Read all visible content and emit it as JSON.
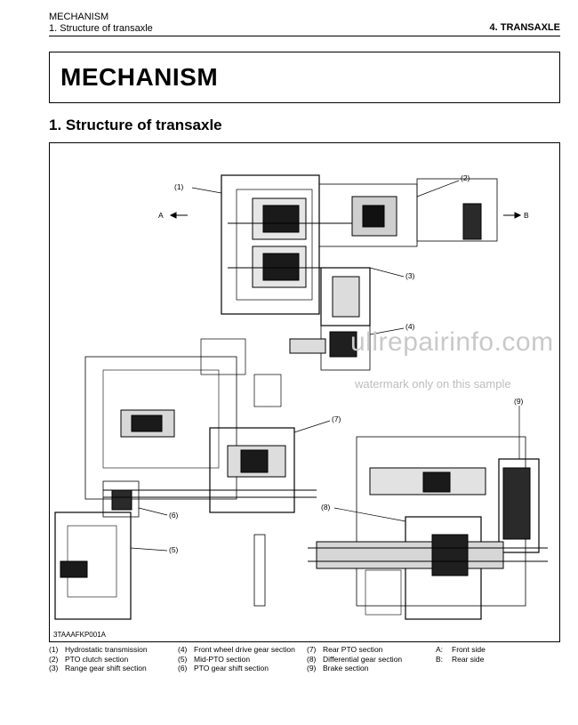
{
  "header": {
    "section": "MECHANISM",
    "subsection": "1. Structure of transaxle",
    "chapter": "4. TRANSAXLE"
  },
  "section_title": "MECHANISM",
  "subsection_title": "1. Structure of transaxle",
  "figure": {
    "figure_id": "3TAAAFKP001A",
    "arrow_a": "A",
    "arrow_b": "B",
    "callouts": [
      "(1)",
      "(2)",
      "(3)",
      "(4)",
      "(5)",
      "(6)",
      "(7)",
      "(8)",
      "(9)"
    ],
    "watermark_site": "ullrepairinfo.com",
    "watermark_note": "watermark only on this sample"
  },
  "legend": {
    "col1": [
      {
        "num": "(1)",
        "text": "Hydrostatic transmission"
      },
      {
        "num": "(2)",
        "text": "PTO clutch section"
      },
      {
        "num": "(3)",
        "text": "Range gear shift section"
      }
    ],
    "col2": [
      {
        "num": "(4)",
        "text": "Front wheel drive gear section"
      },
      {
        "num": "(5)",
        "text": "Mid-PTO section"
      },
      {
        "num": "(6)",
        "text": "PTO gear shift section"
      }
    ],
    "col3": [
      {
        "num": "(7)",
        "text": "Rear PTO section"
      },
      {
        "num": "(8)",
        "text": "Differential gear section"
      },
      {
        "num": "(9)",
        "text": "Brake section"
      }
    ],
    "col4": [
      {
        "num": "A:",
        "text": "Front side"
      },
      {
        "num": "B:",
        "text": "Rear side"
      }
    ]
  }
}
